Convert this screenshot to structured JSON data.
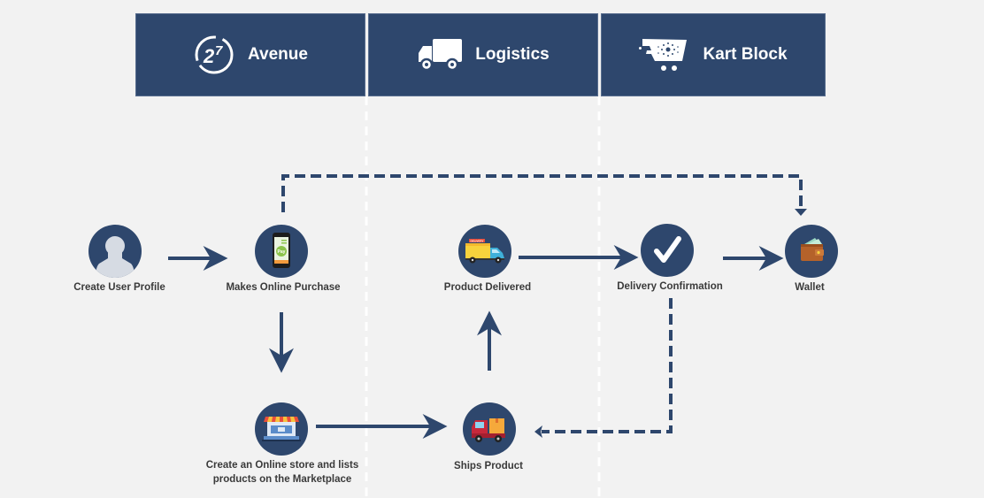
{
  "colors": {
    "primary": "#2e476d",
    "background": "#f2f2f2",
    "label_text": "#3a3a3a",
    "divider": "#ffffff"
  },
  "headers": [
    {
      "label": "Avenue",
      "icon": "avenue-27-logo-icon"
    },
    {
      "label": "Logistics",
      "icon": "truck-icon"
    },
    {
      "label": "Kart Block",
      "icon": "kart-block-cart-icon"
    }
  ],
  "nodes": {
    "create_profile": {
      "label": "Create User Profile",
      "icon": "user-profile-icon"
    },
    "online_purchase": {
      "label": "Makes Online Purchase",
      "icon": "smartphone-pay-icon"
    },
    "online_store": {
      "label_line1": "Create an Online store and lists",
      "label_line2": "products on the Marketplace",
      "icon": "storefront-icon"
    },
    "ships_product": {
      "label": "Ships Product",
      "icon": "delivery-truck-box-icon"
    },
    "product_delivered": {
      "label": "Product Delivered",
      "icon": "delivery-van-icon",
      "van_sign": "DELIVERY"
    },
    "delivery_confirmation": {
      "label": "Delivery Confirmation",
      "icon": "checkmark-icon"
    },
    "wallet": {
      "label": "Wallet",
      "icon": "wallet-icon"
    }
  },
  "phone_button": "Pay",
  "connections": [
    {
      "from": "Create User Profile",
      "to": "Makes Online Purchase",
      "style": "solid"
    },
    {
      "from": "Makes Online Purchase",
      "to": "Create an Online store and lists products on the Marketplace",
      "style": "solid"
    },
    {
      "from": "Create an Online store and lists products on the Marketplace",
      "to": "Ships Product",
      "style": "solid"
    },
    {
      "from": "Ships Product",
      "to": "Product Delivered",
      "style": "solid"
    },
    {
      "from": "Product Delivered",
      "to": "Delivery Confirmation",
      "style": "solid"
    },
    {
      "from": "Delivery Confirmation",
      "to": "Wallet",
      "style": "solid"
    },
    {
      "from": "Makes Online Purchase",
      "to": "Wallet",
      "style": "dashed"
    },
    {
      "from": "Delivery Confirmation",
      "to": "Ships Product",
      "style": "dashed"
    }
  ]
}
